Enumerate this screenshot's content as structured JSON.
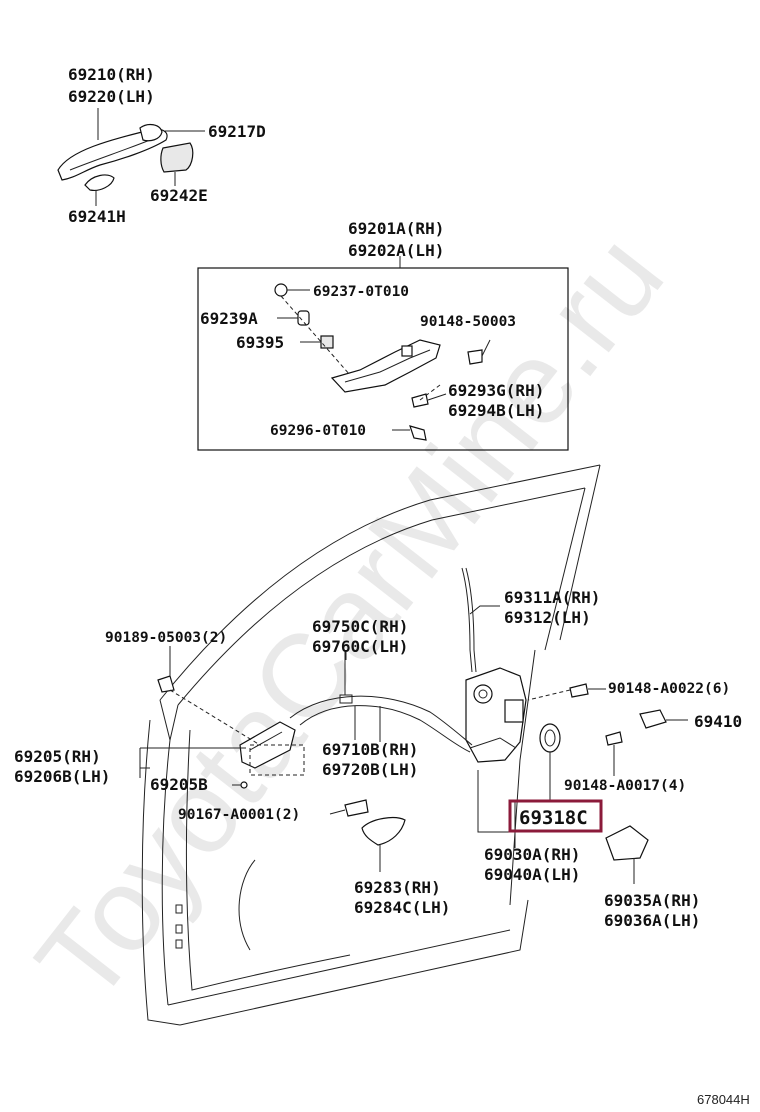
{
  "watermark": "ToyotaCarMine.ru",
  "diagram_id": "678044H",
  "highlight_color": "#8b1a3a",
  "labels": {
    "p69210": "69210(RH)",
    "p69220": "69220(LH)",
    "p69217": "69217D",
    "p69242": "69242E",
    "p69241": "69241H",
    "p69201": "69201A(RH)",
    "p69202": "69202A(LH)",
    "p69237": "69237-0T010",
    "p69239": "69239A",
    "p90148_50003": "90148-50003",
    "p69395": "69395",
    "p69293": "69293G(RH)",
    "p69294": "69294B(LH)",
    "p69296": "69296-0T010",
    "p69311": "69311A(RH)",
    "p69312": "69312(LH)",
    "p90189": "90189-05003(2)",
    "p69750": "69750C(RH)",
    "p69760": "69760C(LH)",
    "p90148_a0022": "90148-A0022(6)",
    "p69410": "69410",
    "p69205": "69205(RH)",
    "p69206": "69206B(LH)",
    "p69710": "69710B(RH)",
    "p69720": "69720B(LH)",
    "p69205b": "69205B",
    "p90148_a0017": "90148-A0017(4)",
    "p90167": "90167-A0001(2)",
    "p69318": "69318C",
    "p69030": "69030A(RH)",
    "p69040": "69040A(LH)",
    "p69283": "69283(RH)",
    "p69284": "69284C(LH)",
    "p69035": "69035A(RH)",
    "p69036": "69036A(LH)"
  }
}
